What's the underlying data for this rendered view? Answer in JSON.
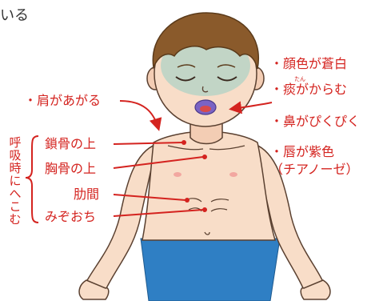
{
  "top_fragment": "いる",
  "labels": {
    "shoulders": "・肩があがる",
    "face": "・顔色が蒼白",
    "phlegm": "・痰がからむ",
    "phlegm_reading": "たん",
    "nose": "・鼻がぴくぴく",
    "lips_1": "・唇が紫色",
    "lips_2": "（チアノーゼ）"
  },
  "retraction": {
    "heading": "呼吸時にへこむ",
    "items": [
      "鎖骨の上",
      "胸骨の上",
      "肋間",
      "みぞおち"
    ]
  },
  "colors": {
    "accent": "#d4231f",
    "skin": "#f8ddc8",
    "hair": "#8a5a2b",
    "shorts": "#2f7fc4",
    "pale": "#b9d4c6"
  }
}
